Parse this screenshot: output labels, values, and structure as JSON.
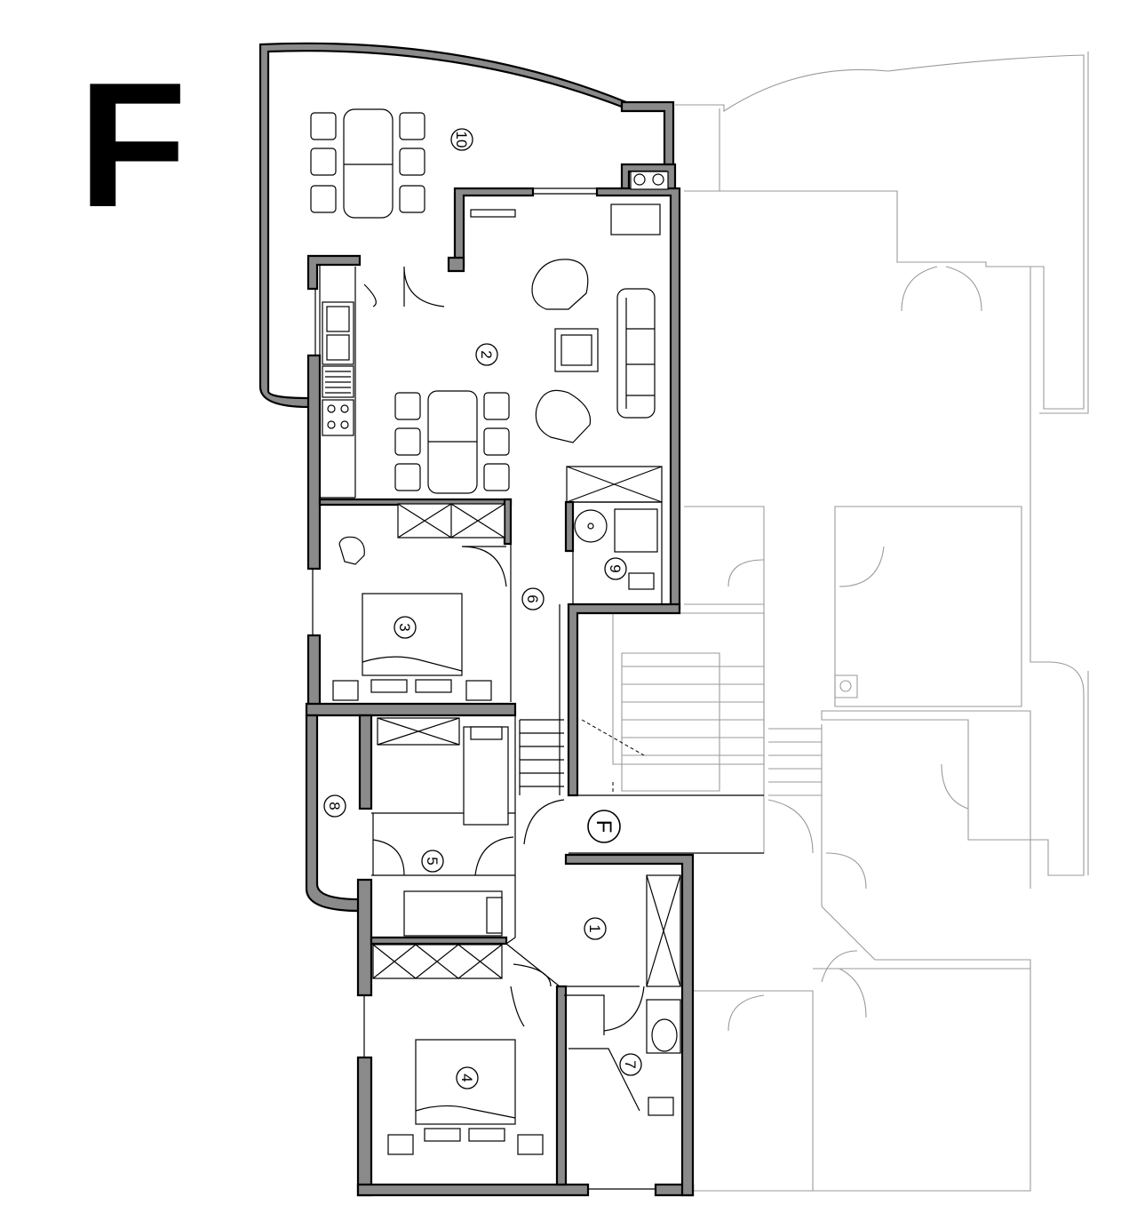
{
  "plan": {
    "apartment_letter": "F",
    "stair_marker": "F",
    "rooms": [
      {
        "id": "r10",
        "label": "10"
      },
      {
        "id": "r2",
        "label": "2"
      },
      {
        "id": "r3",
        "label": "3"
      },
      {
        "id": "r6",
        "label": "6"
      },
      {
        "id": "r9",
        "label": "9"
      },
      {
        "id": "r8",
        "label": "8"
      },
      {
        "id": "r5",
        "label": "5"
      },
      {
        "id": "r1",
        "label": "1"
      },
      {
        "id": "r4",
        "label": "4"
      },
      {
        "id": "r7",
        "label": "7"
      }
    ],
    "colors": {
      "wall": "#8a8a8a",
      "ghost_lines": "#9a9a9a"
    }
  }
}
